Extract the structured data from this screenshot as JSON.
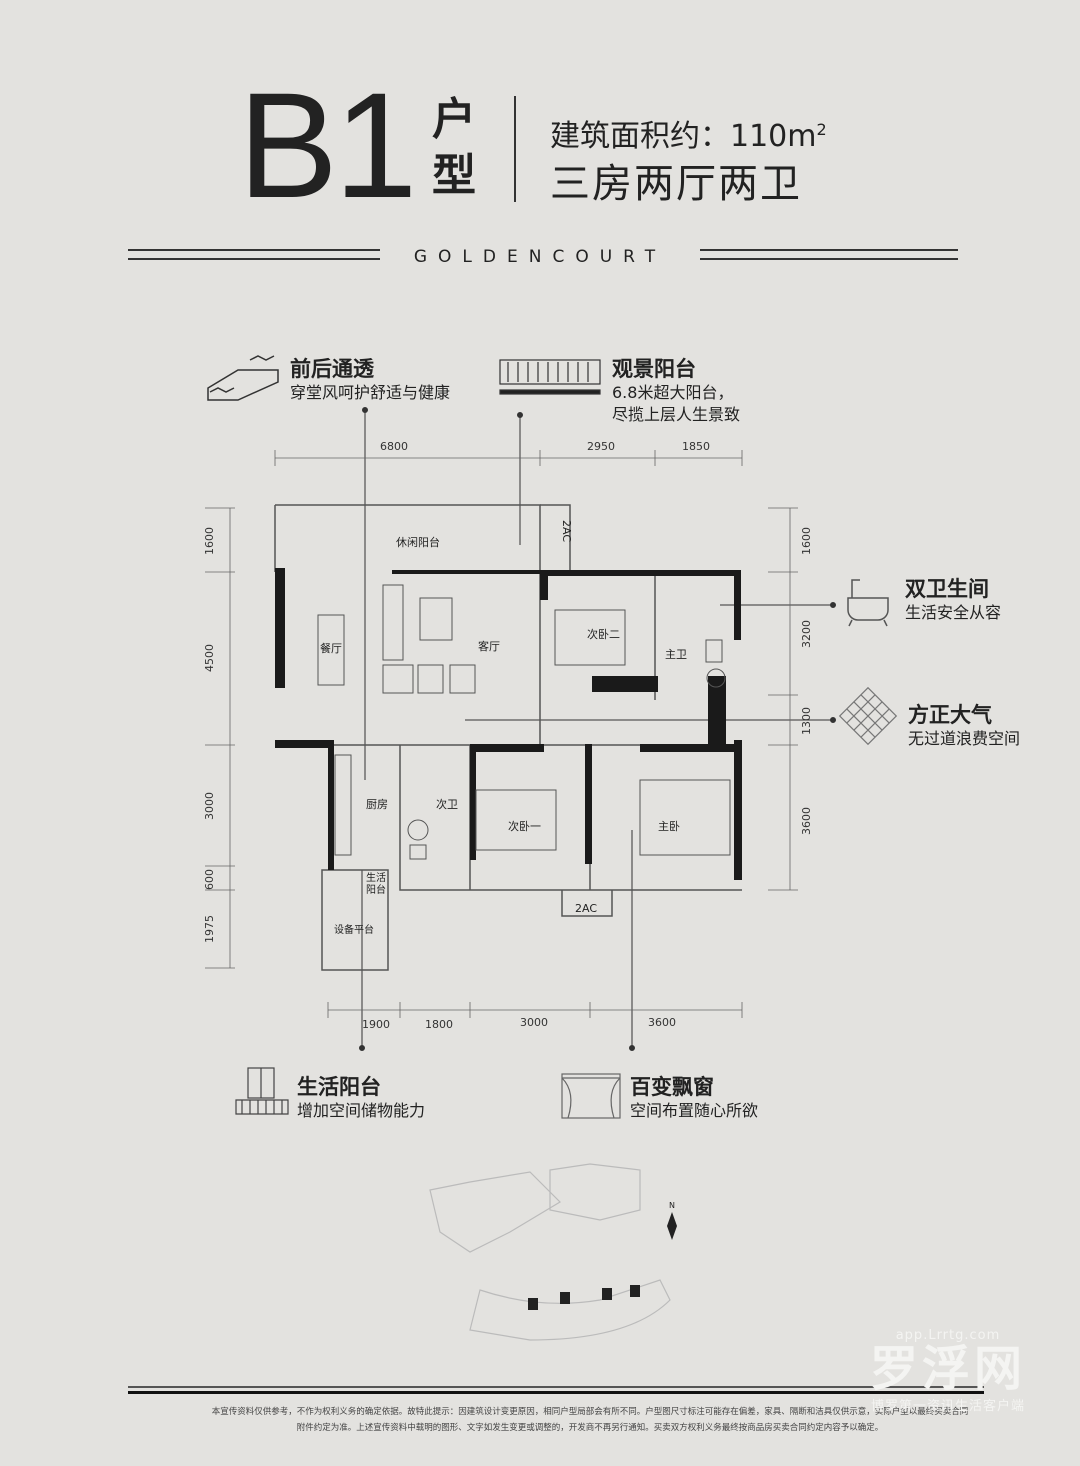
{
  "header": {
    "model": "B1",
    "type_chars": [
      "户",
      "型"
    ],
    "area_label": "建筑面积约：110m",
    "area_sup": "2",
    "layout": "三房两厅两卫",
    "brand": "GOLDENCOURT"
  },
  "features": [
    {
      "icon": "through-ventilation-icon",
      "title": "前后通透",
      "lines": [
        "穿堂风呵护舒适与健康"
      ]
    },
    {
      "icon": "balcony-railing-icon",
      "title": "观景阳台",
      "lines": [
        "6.8米超大阳台，",
        "尽揽上层人生景致"
      ]
    },
    {
      "icon": "bathtub-icon",
      "title": "双卫生间",
      "lines": [
        "生活安全从容"
      ]
    },
    {
      "icon": "square-grid-icon",
      "title": "方正大气",
      "lines": [
        "无过道浪费空间"
      ]
    },
    {
      "icon": "utility-balcony-icon",
      "title": "生活阳台",
      "lines": [
        "增加空间储物能力"
      ]
    },
    {
      "icon": "bay-window-icon",
      "title": "百变飘窗",
      "lines": [
        "空间布置随心所欲"
      ]
    }
  ],
  "dimensions": {
    "top": [
      "6800",
      "2950",
      "1850"
    ],
    "left": [
      "1600",
      "4500",
      "3000",
      "600",
      "1975"
    ],
    "right": [
      "1600",
      "3200",
      "1300",
      "3600"
    ],
    "bottom": [
      "1900",
      "1800",
      "3000",
      "3600"
    ]
  },
  "rooms": {
    "leisure_balcony": "休闲阳台",
    "dining": "餐厅",
    "living": "客厅",
    "bedroom2": "次卧二",
    "master_bath": "主卫",
    "kitchen": "厨房",
    "second_bath": "次卫",
    "bedroom1": "次卧一",
    "master_bedroom": "主卧",
    "utility_balcony_1": "生活",
    "utility_balcony_2": "阳台",
    "equipment": "设备平台",
    "ac1": "2AC",
    "ac2": "2AC",
    "north": "N"
  },
  "disclaimer": [
    "本宣传资料仅供参考，不作为权利义务的确定依据。故特此提示：因建筑设计变更原因，相同户型局部会有所不同。户型图尺寸标注可能存在偏差，家具、隔断和洁具仅供示意，实际户型以最终买卖合同",
    "附件约定为准。上述宣传资料中载明的图形、文字如发生变更或调整的，开发商不再另行通知。买卖双方权利义务最终按商品房买卖合同约定内容予以确定。"
  ],
  "watermark": {
    "url": "app.Lrrtg.com",
    "brand": "罗浮网",
    "slogan": "博罗第一资讯生活客户端"
  }
}
